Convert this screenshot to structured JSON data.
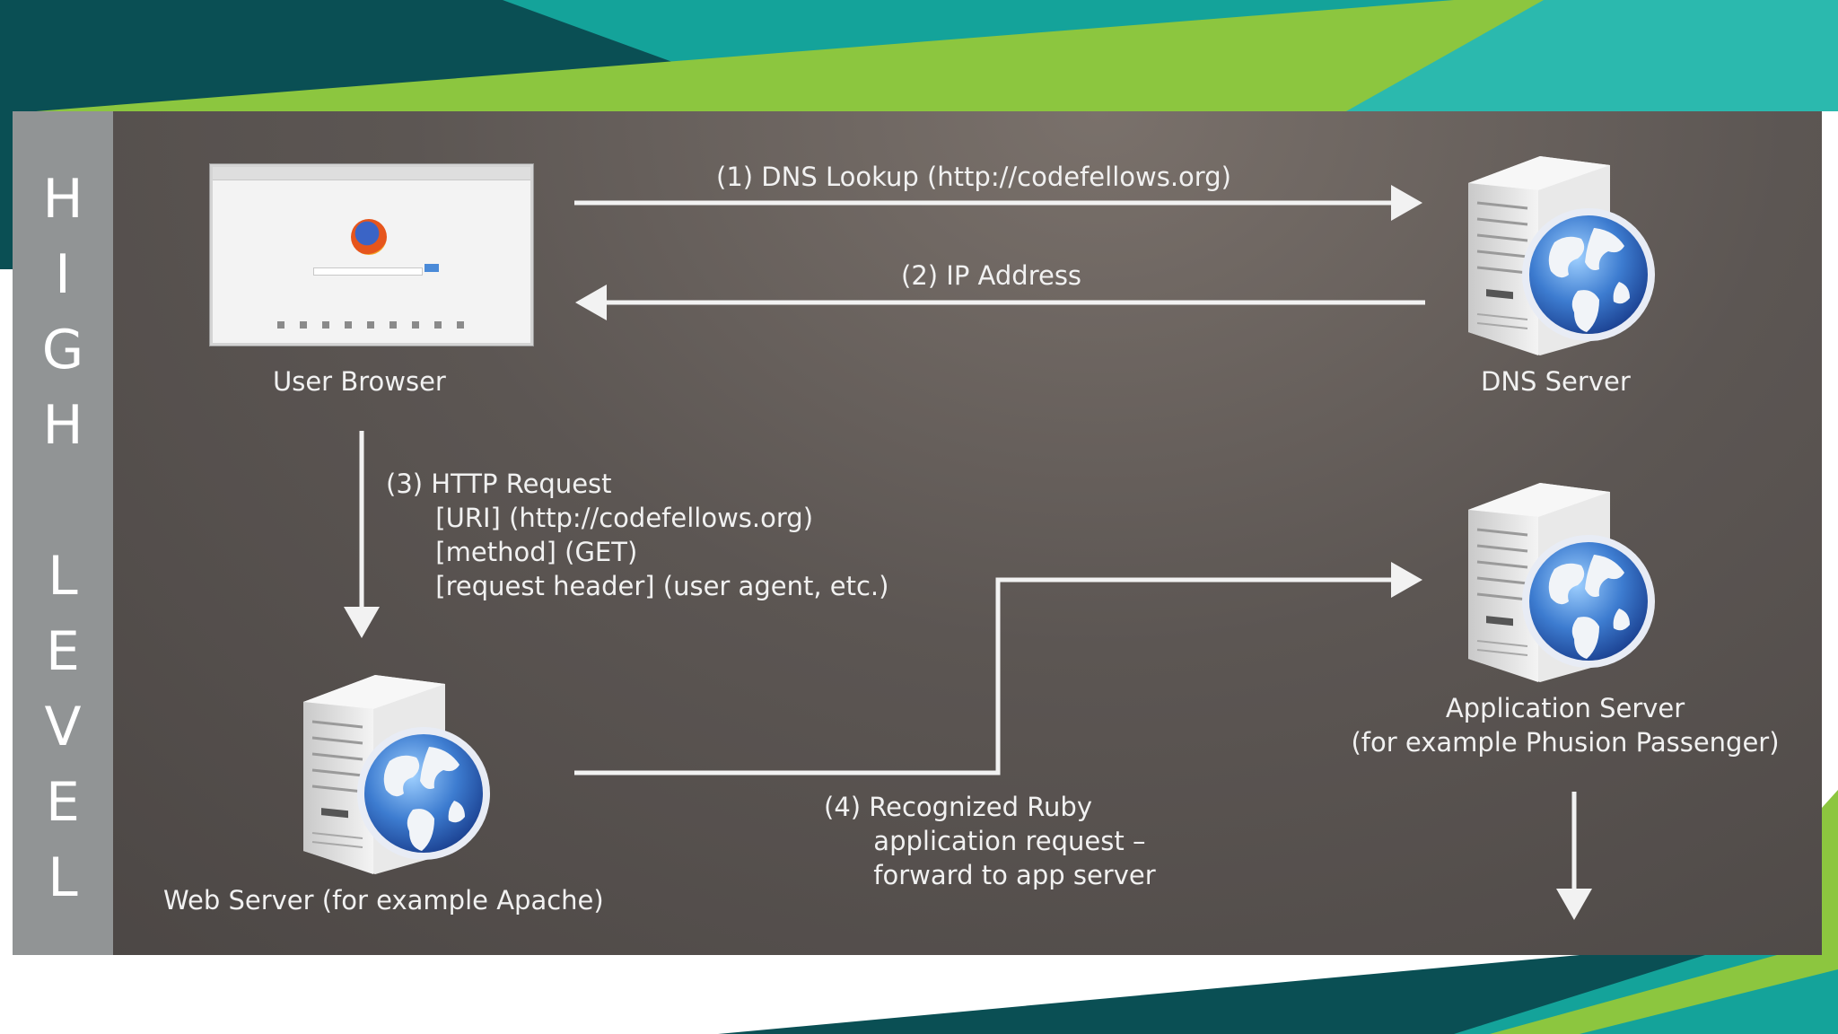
{
  "side_title": {
    "word1": [
      "H",
      "I",
      "G",
      "H"
    ],
    "word2": [
      "L",
      "E",
      "V",
      "E",
      "L"
    ]
  },
  "nodes": {
    "user_browser": "User Browser",
    "dns_server": "DNS Server",
    "web_server": "Web Server (for example Apache)",
    "app_server": "Application Server\n(for example Phusion Passenger)"
  },
  "steps": {
    "dns_lookup": "(1) DNS Lookup (http://codefellows.org)",
    "ip_address": "(2) IP Address",
    "http_request": "(3) HTTP Request\n      [URI] (http://codefellows.org)\n      [method] (GET)\n      [request header] (user agent, etc.)",
    "forward": "(4) Recognized Ruby\n      application request –\n      forward to app server"
  },
  "colors": {
    "teal_dark": "#0d4d55",
    "teal": "#13a89e",
    "green": "#8dc63f",
    "arrow": "#f2f2f2"
  }
}
